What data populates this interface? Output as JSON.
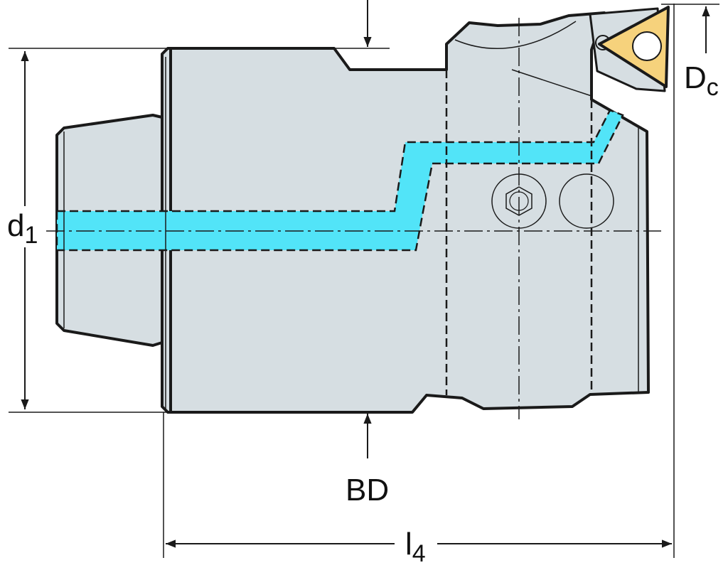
{
  "diagram": {
    "colors": {
      "body": "#d6dee2",
      "coolant": "#52e4f8",
      "insert": "#f6d27c",
      "line": "#1a1a1a"
    },
    "labels": {
      "d1": {
        "main": "d",
        "sub": "1"
      },
      "dc": {
        "main": "D",
        "sub": "c"
      },
      "bd": {
        "main": "BD"
      },
      "l4": {
        "main": "l",
        "sub": "4"
      }
    }
  }
}
